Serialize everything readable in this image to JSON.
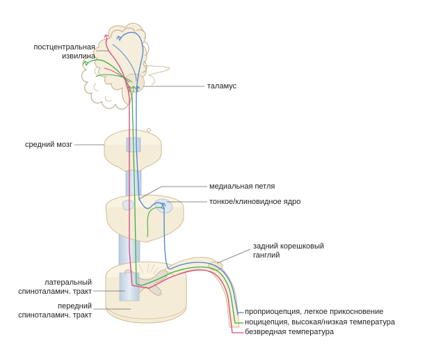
{
  "labels": {
    "postcentral_line1": "постцентральная",
    "postcentral_line2": "извилина",
    "thalamus": "таламус",
    "midbrain": "средний мозг",
    "medial_lemniscus": "медиальная петля",
    "nucleus_gracilis_cuneatus": "тонкое/клиновидное ядро",
    "drg_line1": "задний корешковый",
    "drg_line2": "ганглий",
    "lateral_tract_line1": "латеральный",
    "lateral_tract_line2": "спиноталамич. тракт",
    "anterior_tract_line1": "передний",
    "anterior_tract_line2": "спиноталамич. тракт"
  },
  "legend": [
    {
      "label": "проприоцепция, легкое прикосновение",
      "color": "#4a7fd0"
    },
    {
      "label": "ноцицепция, высокая/низкая температура",
      "color": "#3fae3f"
    },
    {
      "label": "безвредная температура",
      "color": "#d6457e"
    }
  ],
  "colors": {
    "tissue_fill": "#f8f2e0",
    "tissue_stroke": "#c9b994",
    "tract_fill": "#c5d6e8",
    "gray_matter": "#dcd5cc"
  }
}
